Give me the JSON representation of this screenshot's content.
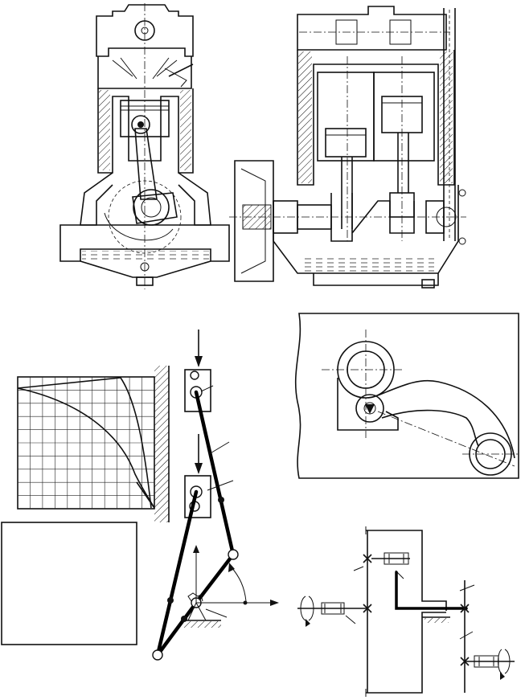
{
  "figures": [
    {
      "id": "engine-cross-section"
    },
    {
      "id": "engine-longitudinal-section"
    },
    {
      "id": "diagram-grid"
    },
    {
      "id": "crank-slider-mechanism"
    },
    {
      "id": "cam-lever-detail"
    },
    {
      "id": "gear-train-schematic"
    },
    {
      "id": "empty-box"
    }
  ],
  "colors": {
    "ink": "#111111",
    "paper": "#ffffff"
  }
}
